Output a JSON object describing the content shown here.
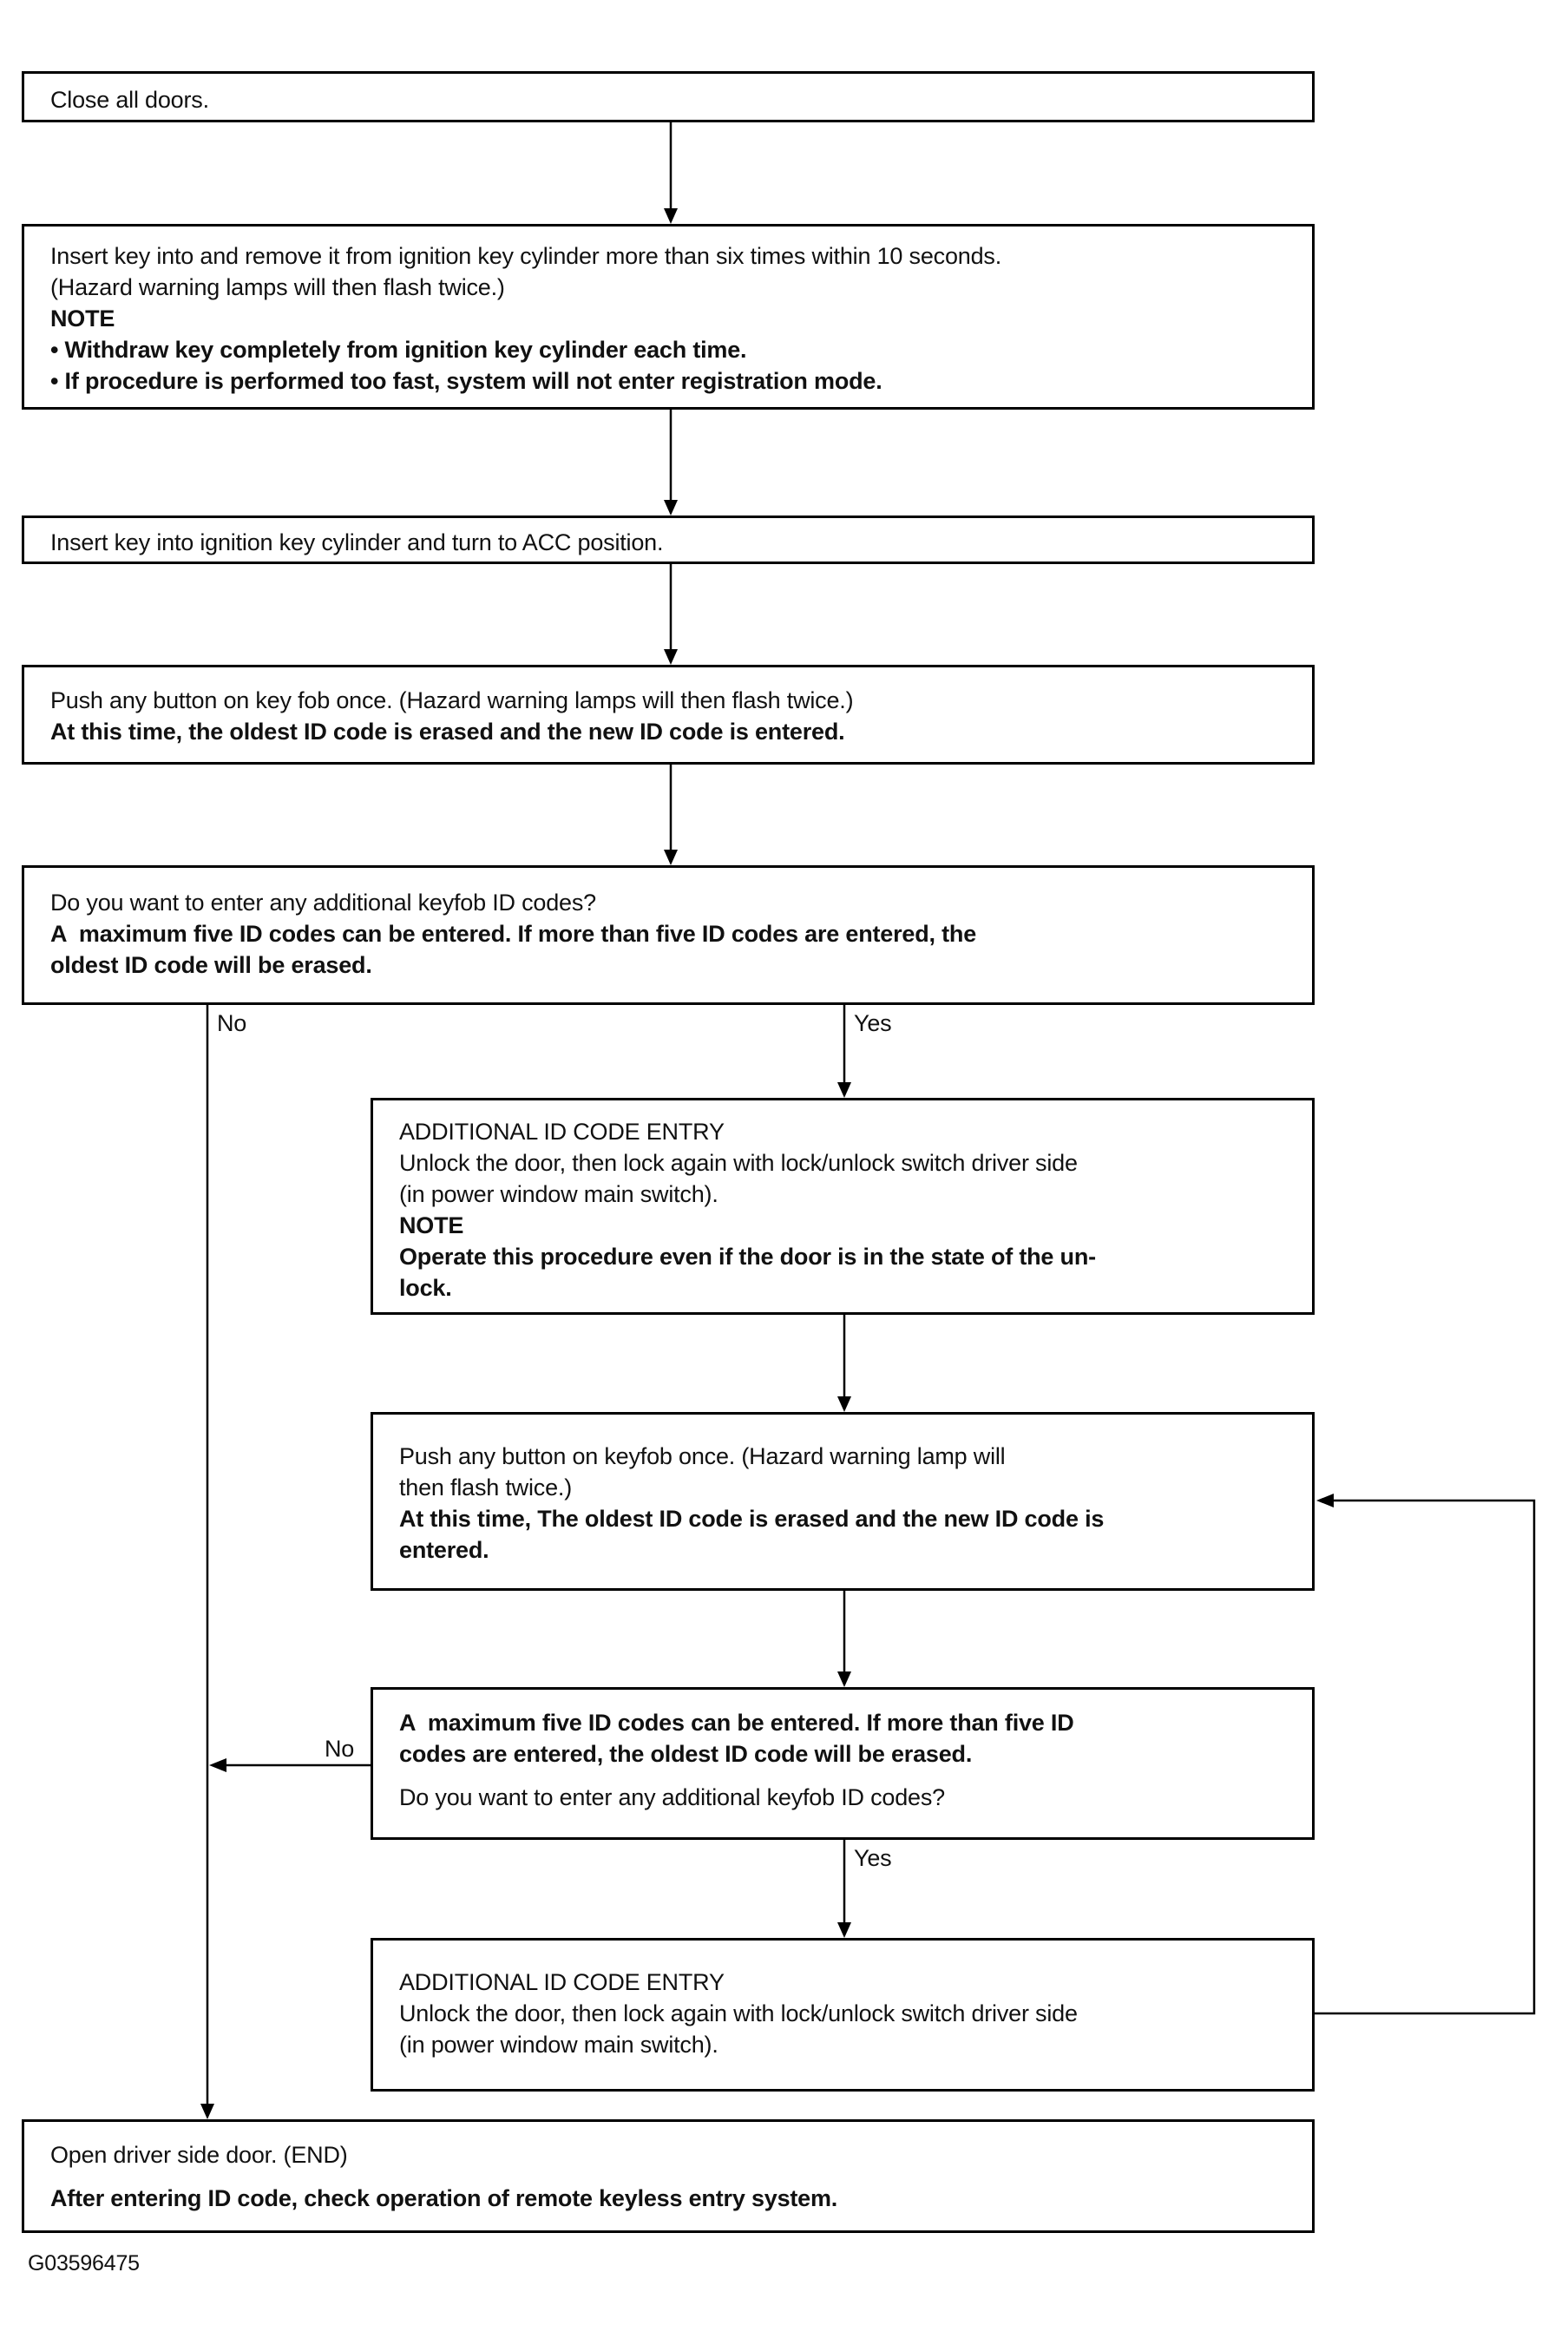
{
  "figure_code": "G03596475",
  "connector_labels": {
    "no1": "No",
    "yes1": "Yes",
    "no2": "No",
    "yes2": "Yes"
  },
  "boxes": {
    "close_doors": {
      "lines": [
        "Close all doors."
      ]
    },
    "insert_remove_key": {
      "lines": [
        "Insert key into and remove it from ignition key cylinder more than six times within 10 seconds.",
        "(Hazard warning lamps will then flash twice.)",
        "NOTE",
        "• Withdraw key completely from ignition key cylinder each time.",
        "• If procedure is performed too fast, system will not enter registration mode."
      ]
    },
    "key_to_acc": {
      "lines": [
        "Insert key into ignition key cylinder and turn to ACC position."
      ]
    },
    "push_button_first": {
      "lines": [
        "Push any button on key fob once. (Hazard warning lamps will then flash twice.)",
        "At this time, the oldest ID code is erased and the new ID code is entered."
      ]
    },
    "additional_question_first": {
      "lines": [
        "Do you want to enter any additional keyfob ID codes?",
        "A  maximum five ID codes can be entered. If more than five ID codes are entered, the",
        "oldest ID code will be erased."
      ]
    },
    "additional_entry_first": {
      "lines": [
        "ADDITIONAL ID CODE ENTRY",
        "Unlock the door, then lock again with lock/unlock switch driver side",
        "(in power window main switch).",
        "NOTE",
        "Operate this procedure even if the door is in the state of the un-",
        "lock."
      ]
    },
    "push_button_loop": {
      "lines": [
        "Push any button on keyfob once. (Hazard warning lamp will",
        "then flash twice.)",
        "At this time, The oldest ID code is erased and the new ID code is",
        "entered."
      ]
    },
    "additional_question_loop": {
      "lines": [
        "A  maximum five ID codes can be entered. If more than five ID",
        "codes are entered, the oldest ID code will be erased.",
        "Do you want to enter any additional keyfob ID codes?"
      ]
    },
    "additional_entry_loop": {
      "lines": [
        "ADDITIONAL ID CODE ENTRY",
        "Unlock the door, then lock again with lock/unlock switch driver side",
        "(in power window main switch)."
      ]
    },
    "open_door_end": {
      "lines": [
        "Open driver side door. (END)",
        "After entering ID code, check operation of remote keyless entry system."
      ]
    }
  }
}
